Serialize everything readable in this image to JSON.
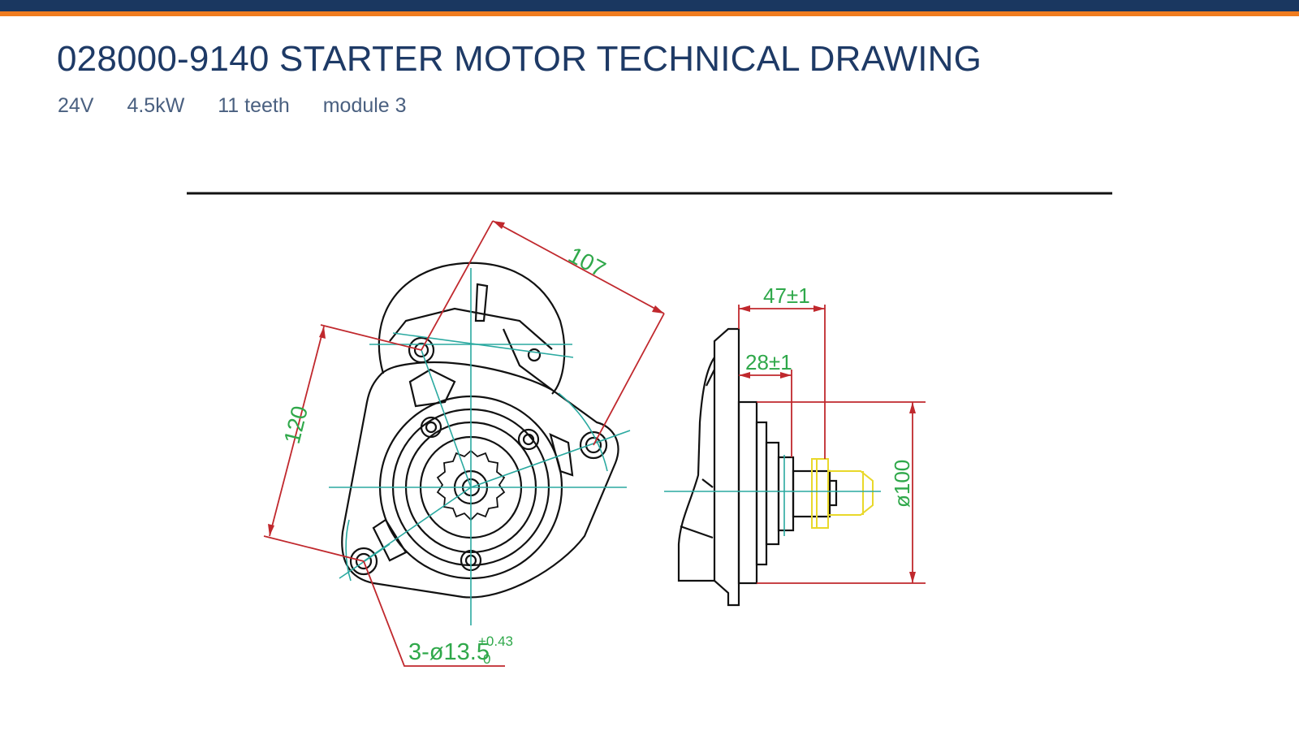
{
  "header": {
    "title": "028000-9140 STARTER MOTOR TECHNICAL DRAWING",
    "specs": [
      "24V",
      "4.5kW",
      "11 teeth",
      "module 3"
    ]
  },
  "drawing": {
    "dimensions": {
      "diagonal": "107",
      "mount_spacing": "120",
      "hole_spec": "3-ø13.5",
      "hole_tol_upper": "+0.43",
      "hole_tol_lower": "0",
      "pinion_length": "47±1",
      "flange_offset": "28±1",
      "diameter": "ø100"
    }
  },
  "colors": {
    "navy": "#1a3760",
    "orange": "#f07c1e",
    "title": "#1e3a66",
    "specs": "#4a6080",
    "dim_line": "#c0282d",
    "dim_text": "#2fa84a",
    "center_line": "#2aa9a0",
    "pinion": "#e9d82a",
    "outline": "#111111"
  }
}
